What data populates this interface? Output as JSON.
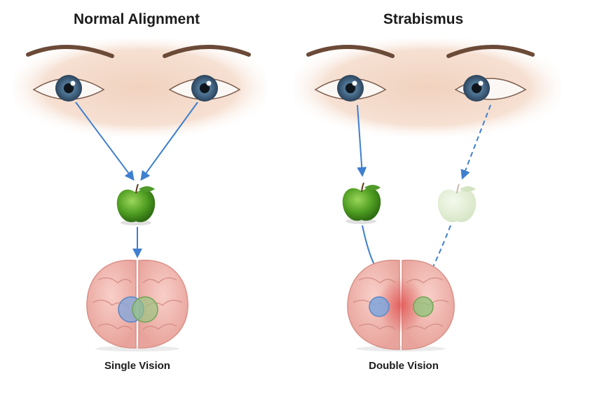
{
  "panels": {
    "normal": {
      "title": "Normal Alignment",
      "caption": "Single Vision"
    },
    "strabismus": {
      "title": "Strabismus",
      "caption": "Double Vision"
    }
  },
  "colors": {
    "skin": "#f3d9c8",
    "iris": "#4b6f8f",
    "arrow": "#3f7fcf",
    "apple": "#5aa62b",
    "ghost_apple": "#dfeccf",
    "brain": "#f2b7b0",
    "left_image": "#7fa6dd",
    "right_image": "#93c47d",
    "conflict": "#e35a5a"
  },
  "icons": {
    "eye": "eye-icon",
    "apple": "apple-icon",
    "brain": "brain-icon"
  }
}
